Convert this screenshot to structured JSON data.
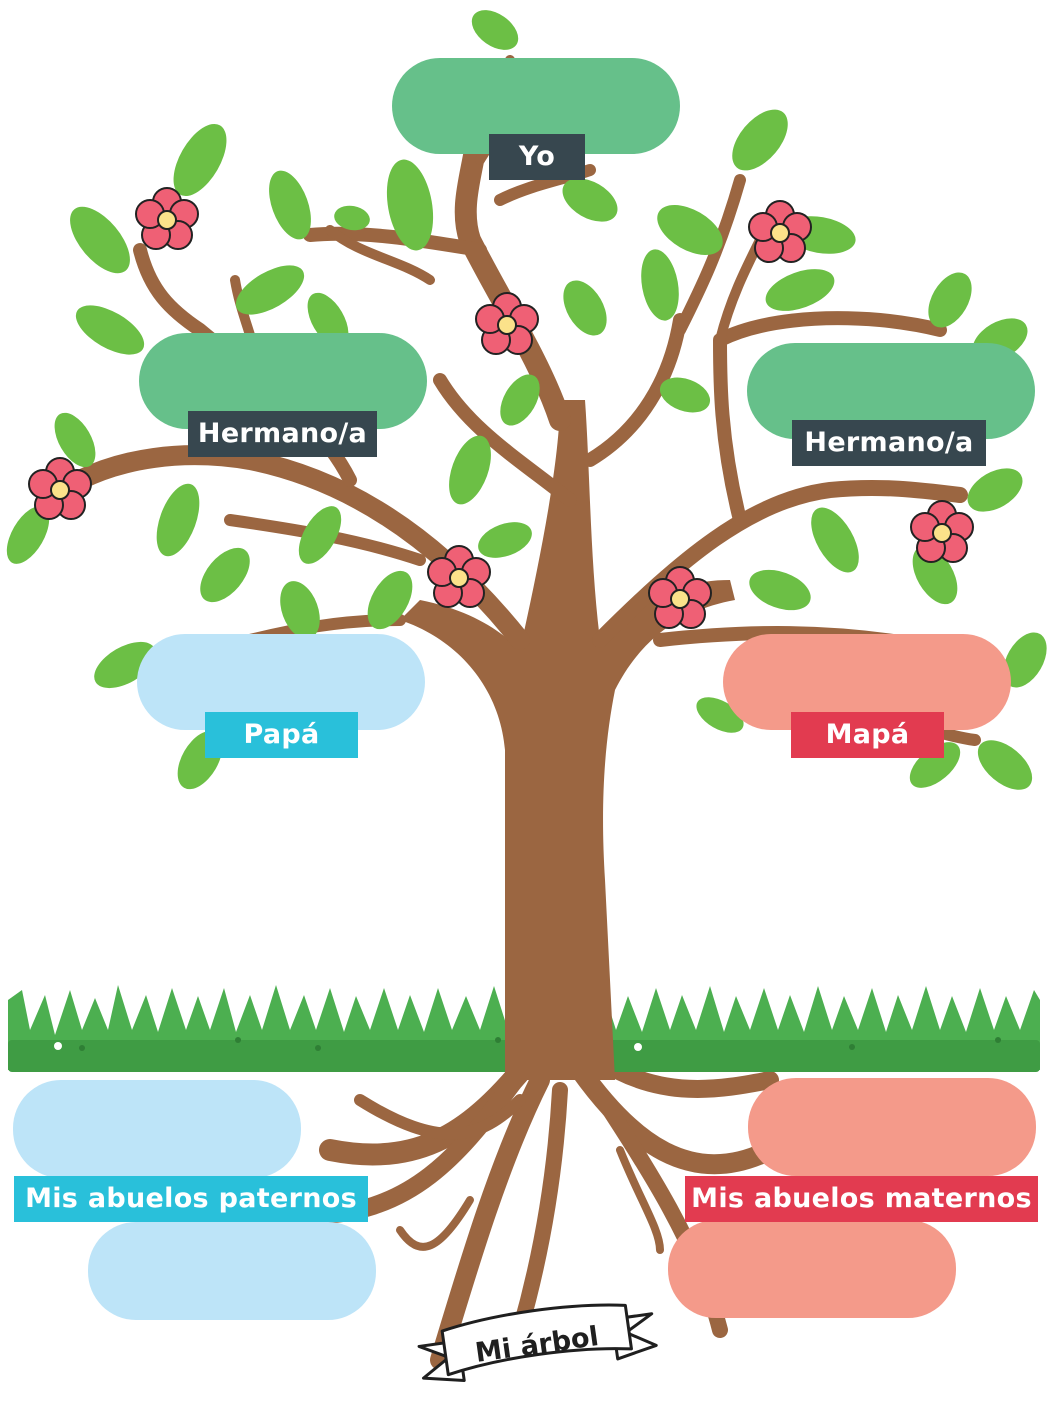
{
  "diagram": {
    "title": "Mi árbol",
    "me": {
      "label": "Yo"
    },
    "siblings": [
      {
        "label": "Hermano/a"
      },
      {
        "label": "Hermano/a"
      }
    ],
    "father": {
      "label": "Papá"
    },
    "mother": {
      "label": "Mapá"
    },
    "paternal_grandparents": {
      "label": "Mis abuelos paternos"
    },
    "maternal_grandparents": {
      "label": "Mis abuelos maternos"
    }
  },
  "colors": {
    "trunk": "#9b6641",
    "leaf": "#6cbf45",
    "grass": "#4caf50",
    "grass_dark": "#3f9c44",
    "flower": "#ef6075",
    "flower_center": "#fbe28a",
    "me_box": "#66c08a",
    "paternal_box": "#bde4f8",
    "maternal_box": "#f49a8a",
    "label_dark": "#37474f",
    "label_paternal": "#29c0da",
    "label_maternal": "#e23b50"
  },
  "icons": [
    "leaf-icon",
    "flower-icon",
    "grass-icon",
    "ribbon-banner-icon"
  ]
}
